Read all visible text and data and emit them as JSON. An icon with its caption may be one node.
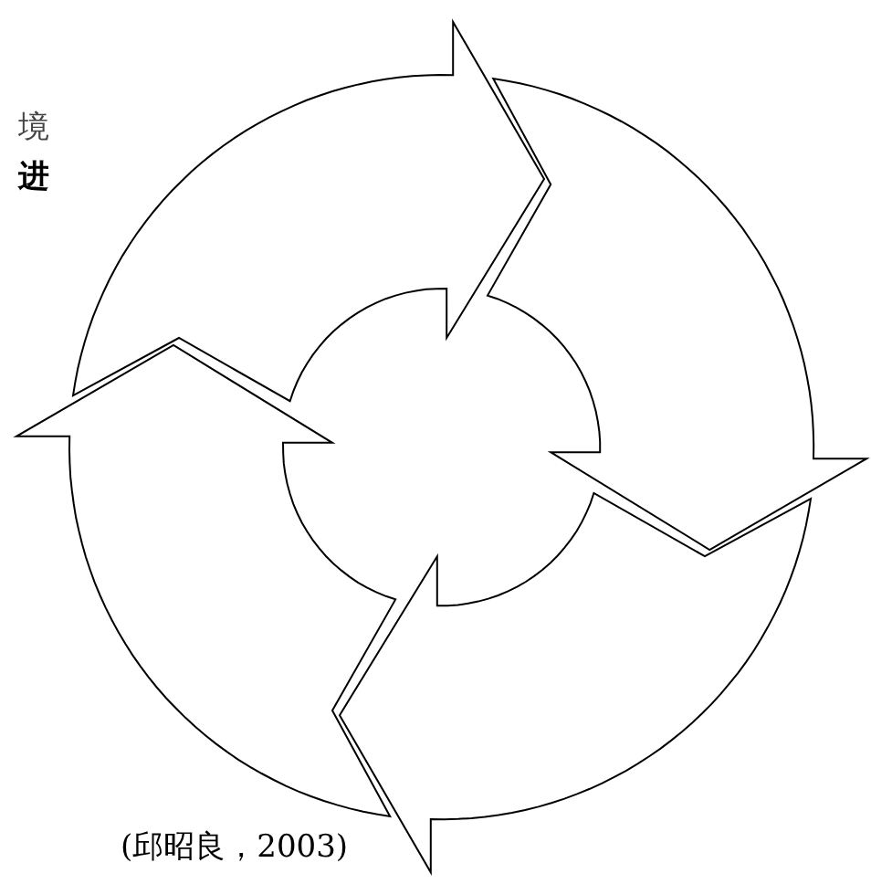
{
  "diagram": {
    "caption": "(邱昭良，2003)",
    "nodes": [
      {
        "text": [],
        "shape": "arrow"
      },
      {
        "text": [],
        "shape": "arrow"
      },
      {
        "text": [],
        "shape": "arrow"
      },
      {
        "text": [],
        "shape": "arrow"
      }
    ],
    "labels": [
      "境",
      "进"
    ]
  }
}
